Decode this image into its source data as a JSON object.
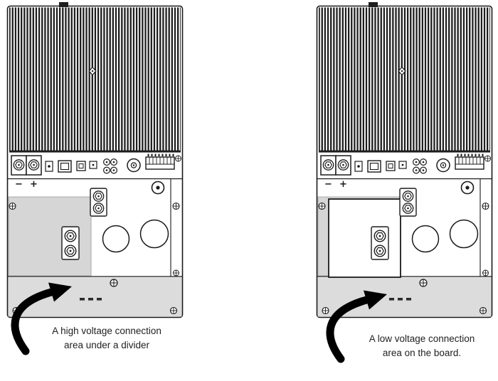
{
  "figure": {
    "type": "technical-illustration",
    "description": "Two rear views of a power conversion device with heatsink, connector strip and wiring compartment",
    "device_terminal_labels": {
      "negative": "−",
      "positive": "+"
    }
  },
  "annotations": {
    "left": {
      "line1": "A high voltage connection",
      "line2": "area under a divider"
    },
    "right": {
      "line1": "A low voltage connection",
      "line2": "area on the board."
    }
  },
  "colors": {
    "outline": "#1a1a1a",
    "fin": "#1e1e1e",
    "divider_cover_fill": "#d6d6d6",
    "bottom_panel_fill": "#dcdcdc",
    "board_fill": "#ffffff",
    "arrow": "#000000",
    "caption_text": "#1f1f1f"
  }
}
